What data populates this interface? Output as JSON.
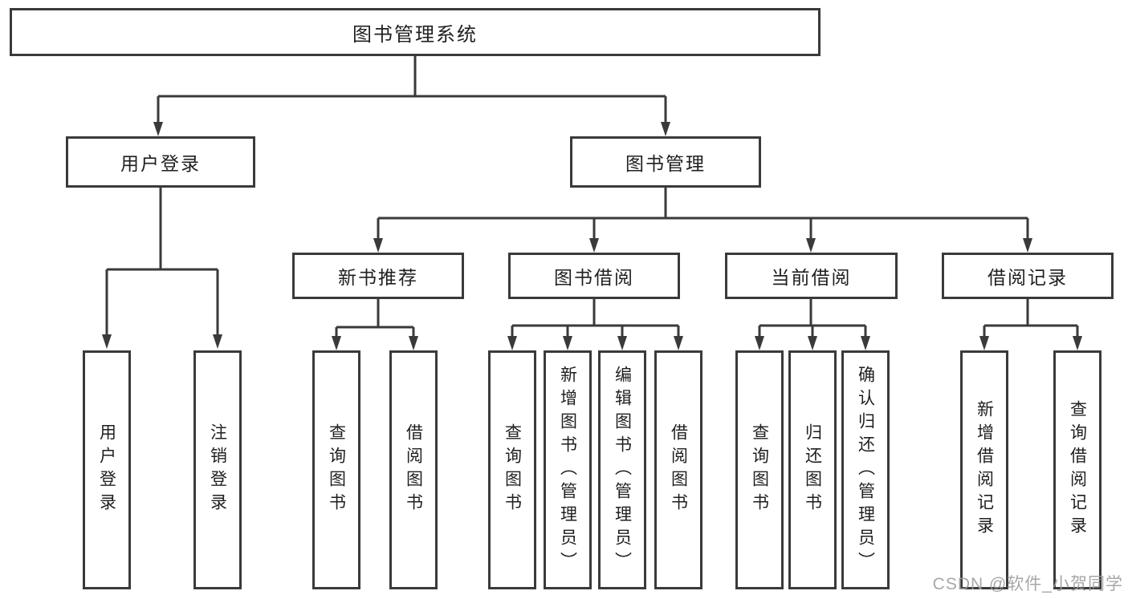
{
  "diagram": {
    "root": {
      "label": "图书管理系统"
    },
    "level2": {
      "user_login": {
        "label": "用户登录"
      },
      "book_management": {
        "label": "图书管理"
      }
    },
    "level3": {
      "new_book_recommend": {
        "label": "新书推荐"
      },
      "book_borrow": {
        "label": "图书借阅"
      },
      "current_borrow": {
        "label": "当前借阅"
      },
      "borrow_records": {
        "label": "借阅记录"
      }
    },
    "leaves": {
      "user_login_children": {
        "login": {
          "label": "用户登录"
        },
        "logout": {
          "label": "注销登录"
        }
      },
      "new_book_recommend_children": {
        "query_books": {
          "label": "查询图书"
        },
        "borrow_books": {
          "label": "借阅图书"
        }
      },
      "book_borrow_children": {
        "query_books": {
          "label": "查询图书"
        },
        "add_books_admin": {
          "label": "新增图书（管理员）"
        },
        "edit_books_admin": {
          "label": "编辑图书（管理员）"
        },
        "borrow_books": {
          "label": "借阅图书"
        }
      },
      "current_borrow_children": {
        "query_books": {
          "label": "查询图书"
        },
        "return_books": {
          "label": "归还图书"
        },
        "confirm_return_admin": {
          "label": "确认归还（管理员）"
        }
      },
      "borrow_records_children": {
        "add_borrow_record": {
          "label": "新增借阅记录"
        },
        "query_borrow_record": {
          "label": "查询借阅记录"
        }
      }
    }
  },
  "colors": {
    "line": "#3a3a3a",
    "text": "#1f1f1f",
    "watermark_gray": "#9e9e9e",
    "background": "#ffffff"
  },
  "watermark": {
    "text": "CSDN @软件_小贺同学"
  }
}
